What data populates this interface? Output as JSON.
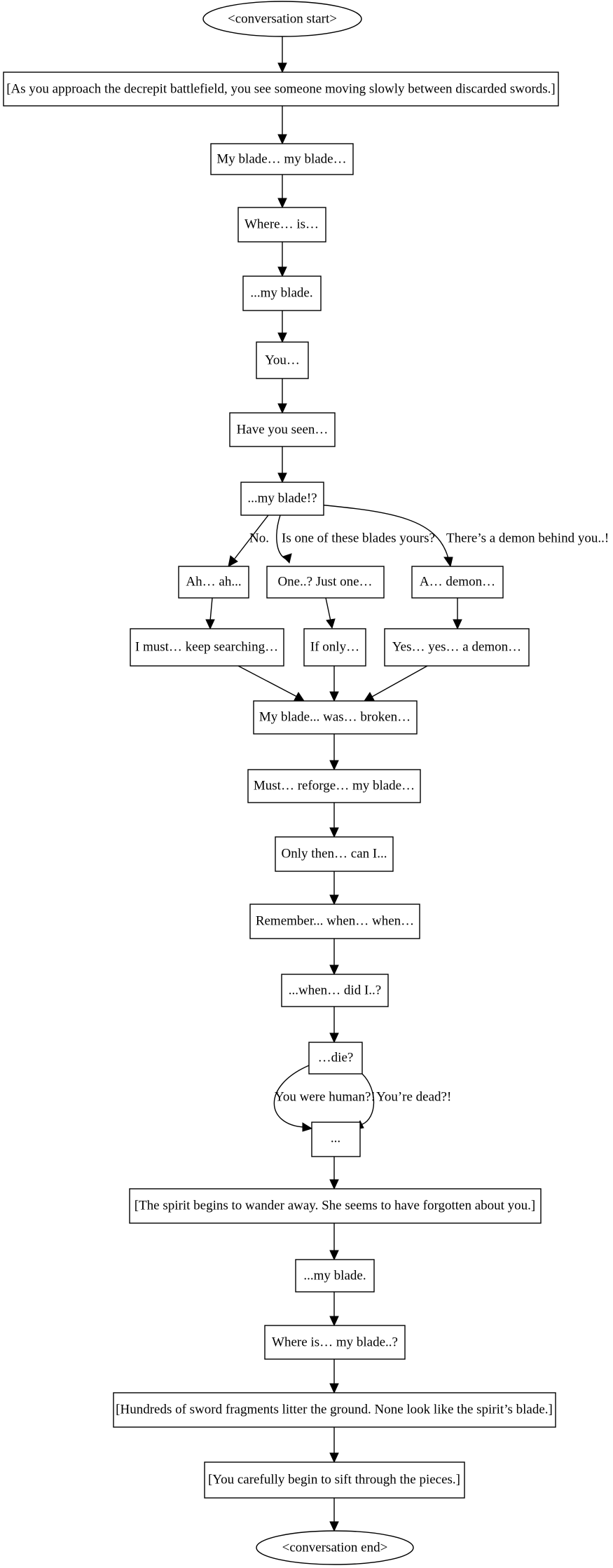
{
  "diagram": {
    "nodes": {
      "start": "<conversation start>",
      "n1": "[As you approach the decrepit battlefield, you see someone moving slowly between discarded swords.]",
      "n2": "My blade… my blade…",
      "n3": "Where… is…",
      "n4": "...my blade.",
      "n5": "You…",
      "n6": "Have you seen…",
      "n7": "...my blade!?",
      "n8": "Ah… ah...",
      "n9": "One..? Just one…",
      "n10": "A… demon…",
      "n11": "I must… keep searching…",
      "n12": "If only…",
      "n13": "Yes… yes… a demon…",
      "n14": "My blade... was… broken…",
      "n15": "Must… reforge… my blade…",
      "n16": "Only then… can I...",
      "n17": "Remember... when… when…",
      "n18": "...when… did I..?",
      "n19": "…die?",
      "n20": "...",
      "n21": "[The spirit begins to wander away. She seems to have forgotten about you.]",
      "n22": "...my blade.",
      "n23": "Where is… my blade..?",
      "n24": "[Hundreds of sword fragments litter the ground. None look like the spirit’s blade.]",
      "n25": "[You carefully begin to sift through the pieces.]",
      "end": "<conversation end>"
    },
    "edge_labels": {
      "no": "No.",
      "yours": "Is one of these blades yours?",
      "demon": "There’s a demon behind you..!",
      "human": "You were human?!",
      "dead": "You’re dead?!"
    }
  }
}
